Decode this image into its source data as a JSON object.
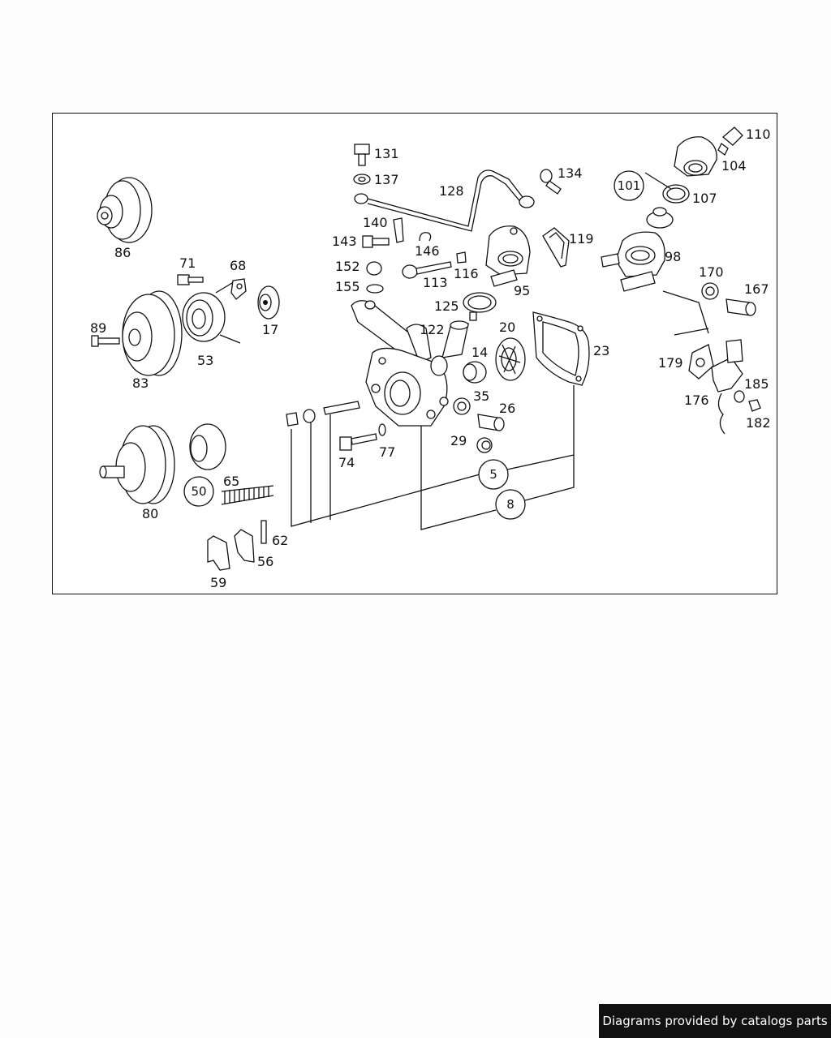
{
  "labels": {
    "p131": "131",
    "p137": "137",
    "p128": "128",
    "p134": "134",
    "p110": "110",
    "p104": "104",
    "p101": "101",
    "p107": "107",
    "p86": "86",
    "p140": "140",
    "p143": "143",
    "p146": "146",
    "p119": "119",
    "p98": "98",
    "p71": "71",
    "p68": "68",
    "p152": "152",
    "p116": "116",
    "p113": "113",
    "p155": "155",
    "p95": "95",
    "p170": "170",
    "p167": "167",
    "p17": "17",
    "p125": "125",
    "p89": "89",
    "p122": "122",
    "p20": "20",
    "p14": "14",
    "p23": "23",
    "p53": "53",
    "p179": "179",
    "p83": "83",
    "p185": "185",
    "p176": "176",
    "p35": "35",
    "p26": "26",
    "p182": "182",
    "p29": "29",
    "p74": "74",
    "p77": "77",
    "p65": "65",
    "p5": "5",
    "p50": "50",
    "p80": "80",
    "p8": "8",
    "p62": "62",
    "p56": "56",
    "p59": "59"
  },
  "footer": {
    "credit": "Diagrams provided by catalogs parts"
  }
}
